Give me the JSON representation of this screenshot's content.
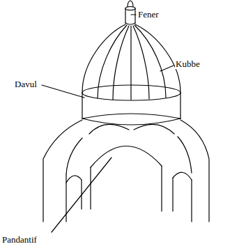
{
  "diagram": {
    "labels": [
      "Fener",
      "Kubbe",
      "Davul",
      "Pandantif"
    ]
  }
}
